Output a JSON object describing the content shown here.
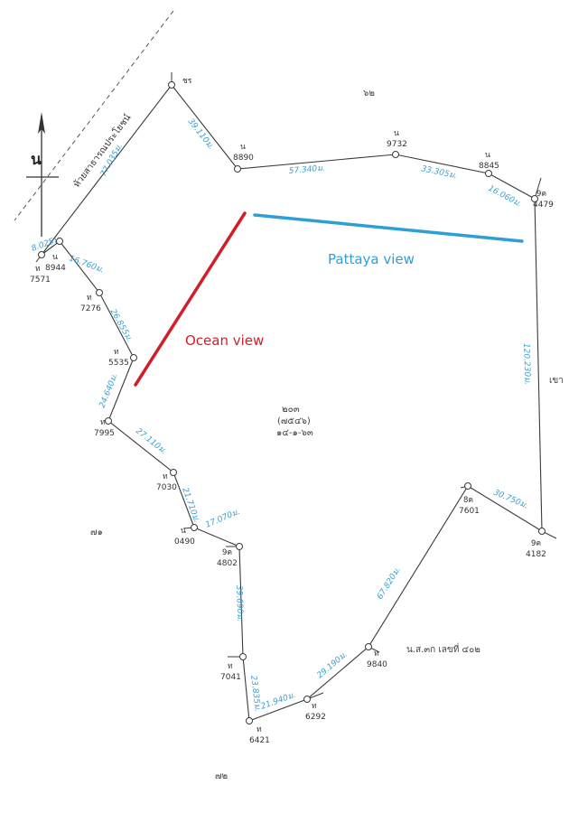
{
  "north": {
    "letter": "น"
  },
  "road_label": "ห้วยสาธารณประโยชน์",
  "points": [
    {
      "id": "p1",
      "code": "ชร",
      "num": ""
    },
    {
      "id": "p2",
      "code": "น",
      "num": "8890"
    },
    {
      "id": "p3",
      "code": "น",
      "num": "9732"
    },
    {
      "id": "p4",
      "code": "น",
      "num": "8845"
    },
    {
      "id": "p5",
      "code": "9ค",
      "num": "4479"
    },
    {
      "id": "p6",
      "code": "9ค",
      "num": "4182"
    },
    {
      "id": "p7",
      "code": "8ค",
      "num": "7601"
    },
    {
      "id": "p8",
      "code": "ท",
      "num": "9840"
    },
    {
      "id": "p9",
      "code": "ท",
      "num": "6292"
    },
    {
      "id": "p10",
      "code": "ท",
      "num": "6421"
    },
    {
      "id": "p11",
      "code": "ท",
      "num": "7041"
    },
    {
      "id": "p12",
      "code": "9ค",
      "num": "4802"
    },
    {
      "id": "p13",
      "code": "น",
      "num": "0490"
    },
    {
      "id": "p14",
      "code": "ท",
      "num": "7030"
    },
    {
      "id": "p15",
      "code": "ท",
      "num": "7995"
    },
    {
      "id": "p16",
      "code": "ท",
      "num": "5535"
    },
    {
      "id": "p17",
      "code": "ท",
      "num": "7276"
    },
    {
      "id": "p18",
      "code": "น",
      "num": "8944"
    },
    {
      "id": "p19",
      "code": "ท",
      "num": "7571"
    }
  ],
  "segments": [
    {
      "id": "s1",
      "label": "39.110ม."
    },
    {
      "id": "s2",
      "label": "57.340ม."
    },
    {
      "id": "s3",
      "label": "33.305ม."
    },
    {
      "id": "s4",
      "label": "16.060ม."
    },
    {
      "id": "s5",
      "label": "120.230ม."
    },
    {
      "id": "s6",
      "label": "30.750ม."
    },
    {
      "id": "s7",
      "label": "67.820ม."
    },
    {
      "id": "s8",
      "label": "29.190ม."
    },
    {
      "id": "s9",
      "label": "21.940ม."
    },
    {
      "id": "s10",
      "label": "23.835ม."
    },
    {
      "id": "s11",
      "label": "39.690ม."
    },
    {
      "id": "s12",
      "label": "17.070ม."
    },
    {
      "id": "s13",
      "label": "21.710ม."
    },
    {
      "id": "s14",
      "label": "27.110ม."
    },
    {
      "id": "s15",
      "label": "24.640ม."
    },
    {
      "id": "s16",
      "label": "26.855ม."
    },
    {
      "id": "s17",
      "label": "16.760ม."
    },
    {
      "id": "s18",
      "label": "8.025ม."
    },
    {
      "id": "s19",
      "label": "77.035ม."
    }
  ],
  "parcel": {
    "line1": "๒๐๓",
    "line2": "(๗๕๔๖)",
    "line3": "๑๔-๑-๖๓"
  },
  "neighbors": {
    "top": "๖๒",
    "right": "เขา",
    "left": "๗๑",
    "bottom": "๗๒"
  },
  "document_ref": "น.ส.๓ก เลขที่ ๔๐๒",
  "annotations": {
    "pattaya": {
      "text": "Pattaya view",
      "color": "#2e9fd6"
    },
    "ocean": {
      "text": "Ocean view",
      "color": "#d01f2a"
    }
  }
}
